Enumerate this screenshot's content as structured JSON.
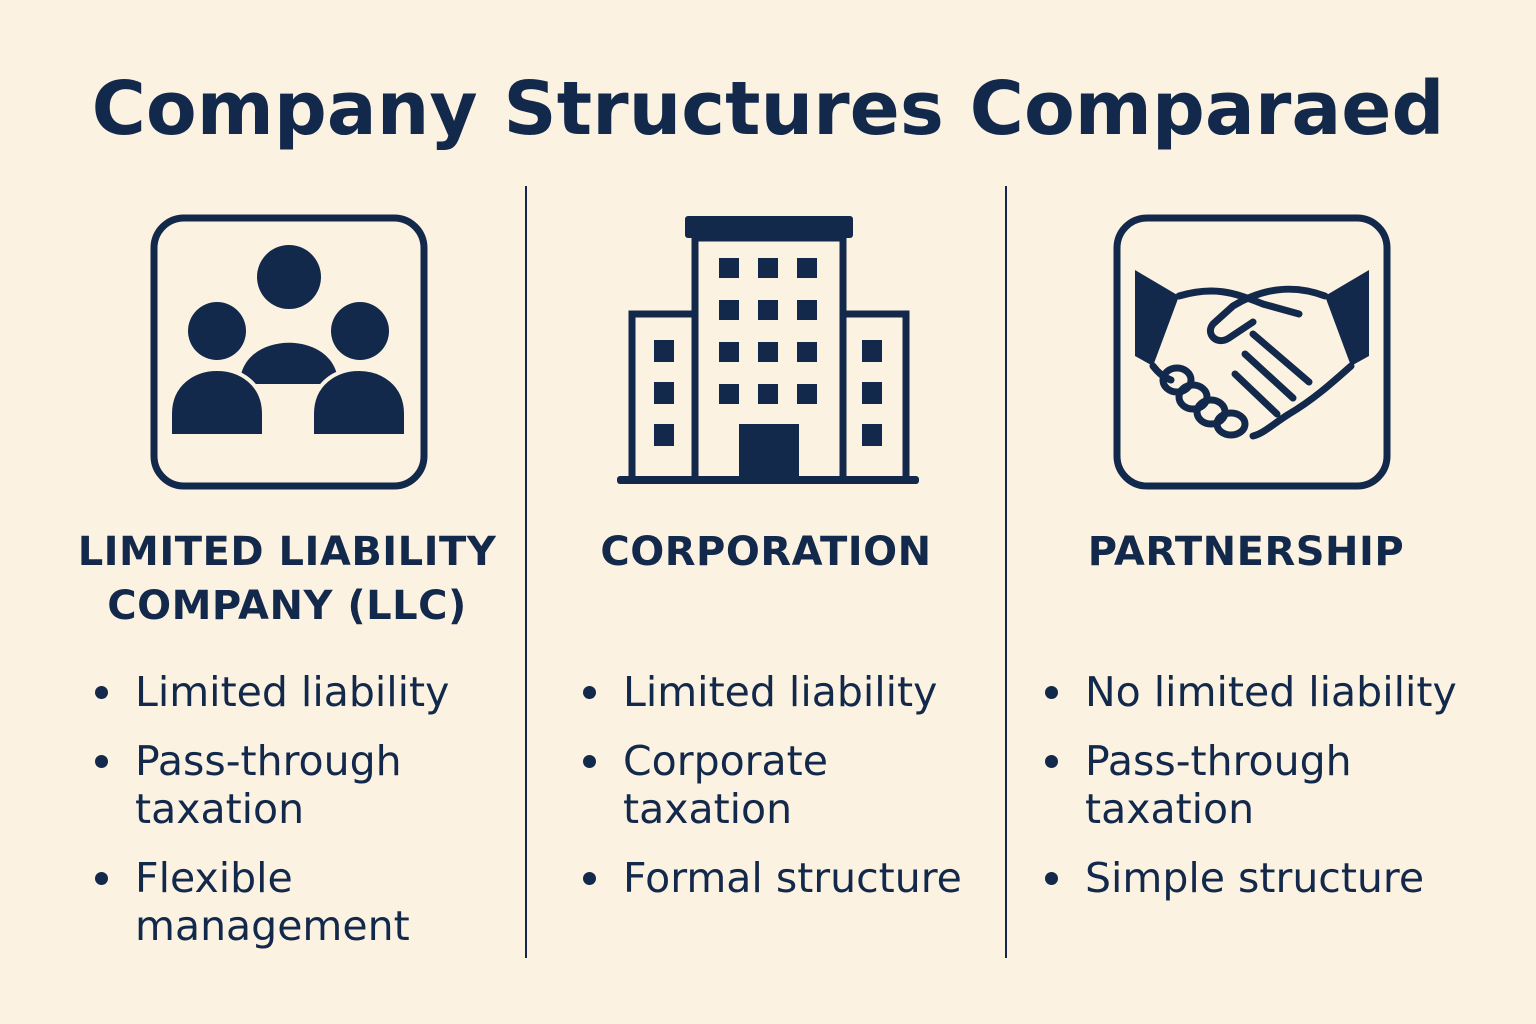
{
  "title": "Company Structures Comparaed",
  "colors": {
    "background": "#fcf2e1",
    "ink": "#13294b"
  },
  "columns": [
    {
      "icon": "people-group-icon",
      "heading": [
        "LIMITED LIABILITY",
        "COMPANY (LLC)"
      ],
      "bullets": [
        [
          "Limited liability"
        ],
        [
          "Pass-through",
          "taxation"
        ],
        [
          "Flexible",
          "management"
        ]
      ]
    },
    {
      "icon": "building-icon",
      "heading": [
        "CORPORATION"
      ],
      "bullets": [
        [
          "Limited liability"
        ],
        [
          "Corporate",
          "taxation"
        ],
        [
          "Formal structure"
        ]
      ]
    },
    {
      "icon": "handshake-icon",
      "heading": [
        "PARTNERSHIP"
      ],
      "bullets": [
        [
          "No limited liability"
        ],
        [
          "Pass-through",
          "taxation"
        ],
        [
          "Simple structure"
        ]
      ]
    }
  ]
}
